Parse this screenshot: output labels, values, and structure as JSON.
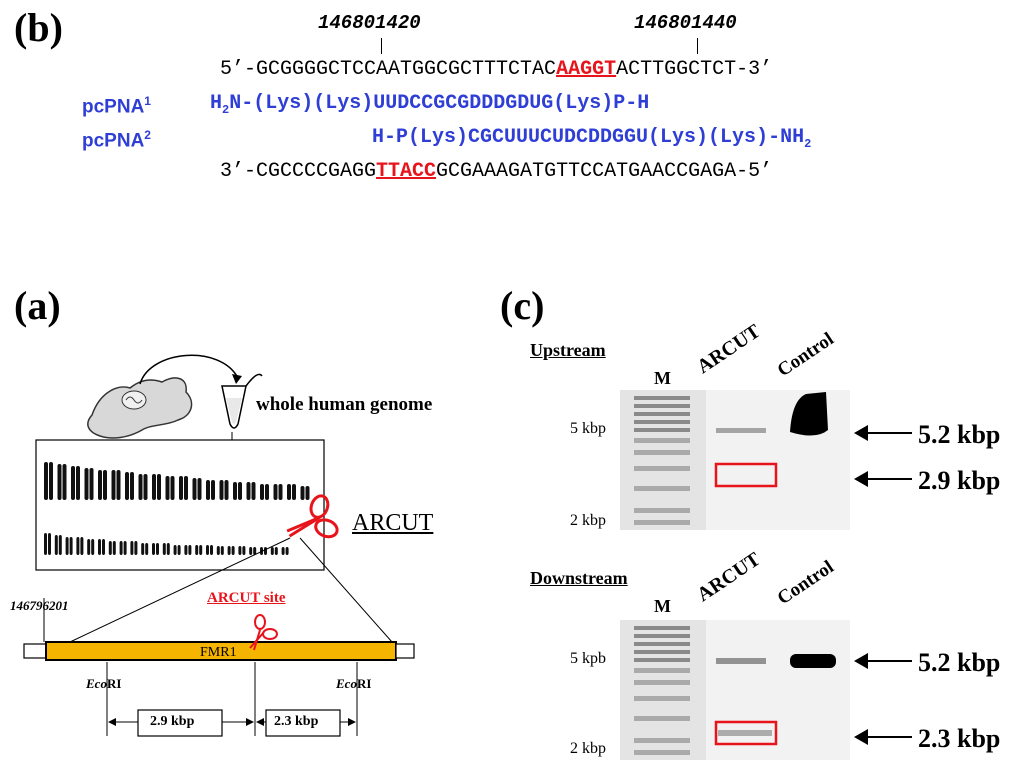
{
  "panel_b": {
    "label": "(b)",
    "coord_left": "146801420",
    "coord_right": "146801440",
    "top_strand_prefix": "5’-GCGGGGCTCCAATGGCGCTTTCTAC",
    "top_strand_highlight": "AAGGT",
    "top_strand_suffix": "ACTTGGCTCT-3’",
    "pcpna1_name": "pcPNA",
    "pcpna1_sup": "1",
    "pcpna1_seq_a": "H",
    "pcpna1_seq_sub": "2",
    "pcpna1_seq_b": "N-(Lys)(Lys)UUDCCGCGDDDGDUG(Lys)P-H",
    "pcpna2_name": "pcPNA",
    "pcpna2_sup": "2",
    "pcpna2_seq_a": "H-P(Lys)CGCUUUCUDCDDGGU(Lys)(Lys)-NH",
    "pcpna2_seq_sub": "2",
    "bottom_strand_prefix": "3’-CGCCCCGAGG",
    "bottom_strand_highlight": "TTACC",
    "bottom_strand_suffix": "GCGAAAGATGTTCCATGAACCGAGA-5’"
  },
  "panel_a": {
    "label": "(a)",
    "genome_label": "whole human genome",
    "arcut_label": "ARCUT",
    "coord": "146796201",
    "arcut_site_label": "ARCUT site",
    "gene_label": "FMR1",
    "ecori_left_a": "Eco",
    "ecori_left_b": "RI",
    "ecori_right_a": "Eco",
    "ecori_right_b": "RI",
    "fragment_left": "2.9 kbp",
    "fragment_right": "2.3 kbp",
    "gene_color": "#f5b400",
    "arcut_color": "#e8141b"
  },
  "panel_c": {
    "label": "(c)",
    "upstream": {
      "title": "Upstream",
      "lane_m": "M",
      "lane_arcut": "ARCUT",
      "lane_control": "Control",
      "marker_top": "5 kbp",
      "marker_bottom": "2 kbp",
      "arrow_top": "5.2 kbp",
      "arrow_bottom": "2.9 kbp"
    },
    "downstream": {
      "title": "Downstream",
      "lane_m": "M",
      "lane_arcut": "ARCUT",
      "lane_control": "Control",
      "marker_top": "5 kpb",
      "marker_bottom": "2 kbp",
      "arrow_top": "5.2 kbp",
      "arrow_bottom": "2.3 kbp"
    }
  }
}
